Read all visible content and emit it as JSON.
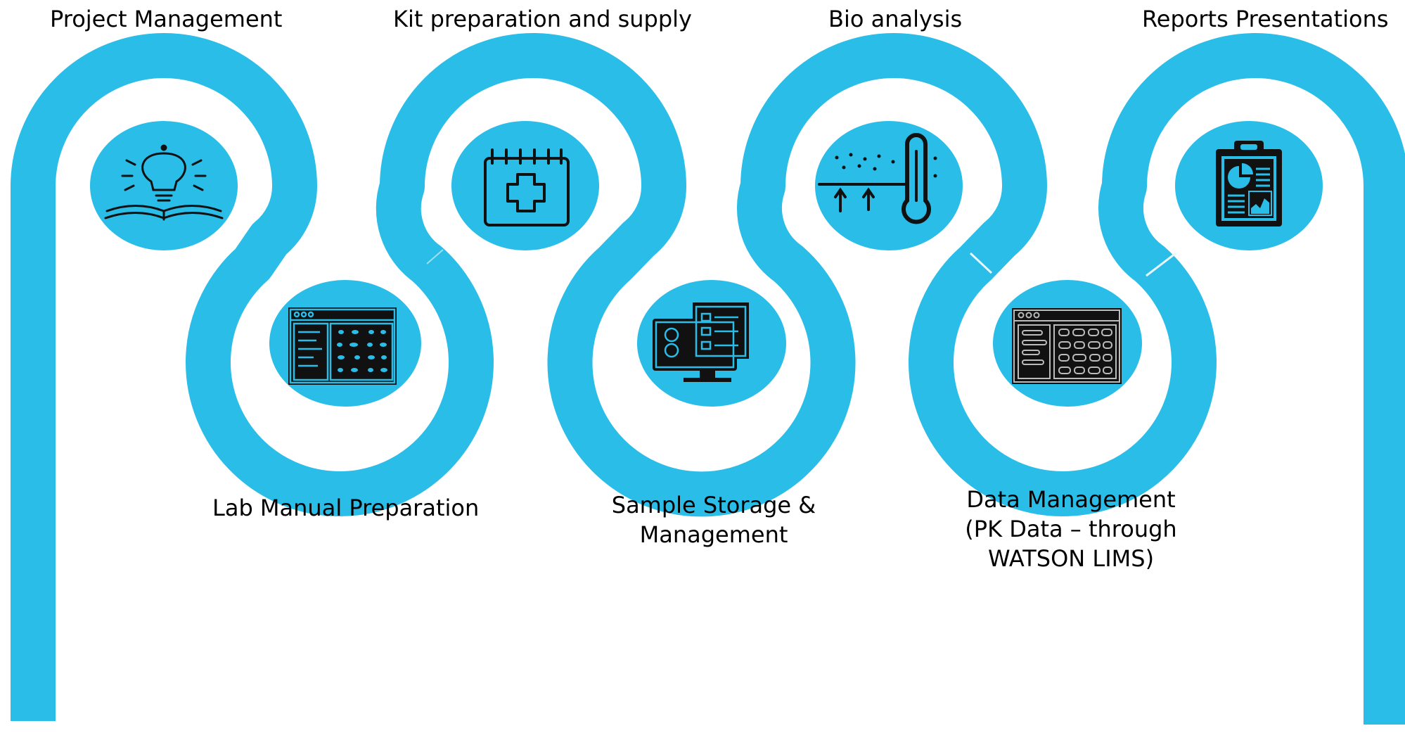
{
  "colors": {
    "path": "#29BDE8",
    "icon_fill": "#111111",
    "icon_line": "#FFFFFF"
  },
  "steps": [
    {
      "label": "Project Management",
      "icon": "lightbulb-book-icon"
    },
    {
      "label": "Lab Manual Preparation",
      "icon": "dashboard-window-icon"
    },
    {
      "label": "Kit preparation and supply",
      "icon": "medical-calendar-icon"
    },
    {
      "label": "Sample Storage & Management",
      "label_lines": [
        "Sample Storage &",
        "Management"
      ],
      "icon": "sample-monitor-icon"
    },
    {
      "label": "Bio analysis",
      "icon": "thermometer-icon"
    },
    {
      "label": "Data Management (PK Data – through WATSON LIMS)",
      "label_lines": [
        "Data Management",
        "(PK Data – through",
        "WATSON LIMS)"
      ],
      "icon": "data-window-icon"
    },
    {
      "label": "Reports Presentations",
      "icon": "report-clipboard-icon"
    }
  ]
}
